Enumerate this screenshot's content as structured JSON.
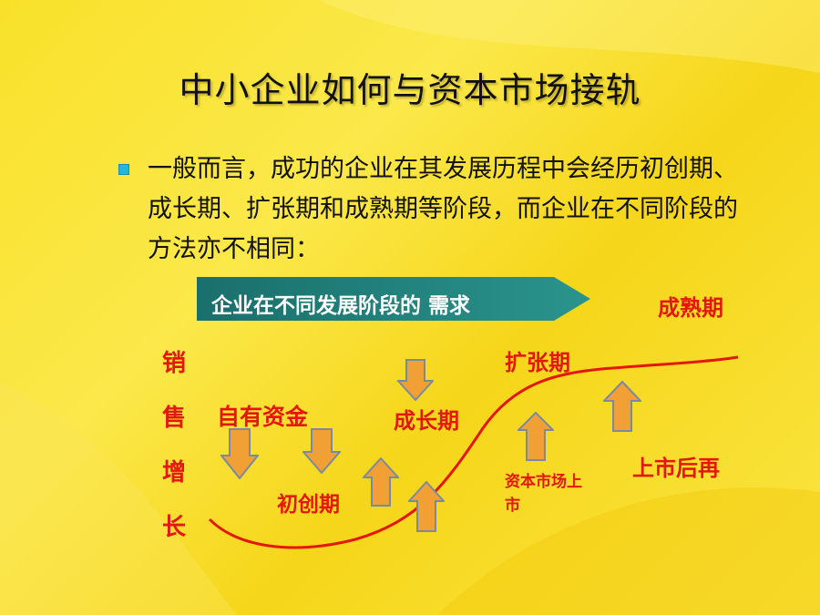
{
  "slide": {
    "title": "中小企业如何与资本市场接轨",
    "bullet": "一般而言，成功的企业在其发展历程中会经历初创期、成长期、扩张期和成熟期等阶段，而企业在不同阶段的  方法亦不相同："
  },
  "diagram": {
    "banner": "企业在不同发展阶段的  需求",
    "y_axis_chars": [
      "销",
      "售",
      "增",
      "长"
    ],
    "stages": {
      "startup": "初创期",
      "growth": "成长期",
      "expansion": "扩张期",
      "maturity": "成熟期"
    },
    "funding": {
      "own_funds": "自有资金",
      "ipo_line1": "资本市场上",
      "ipo_line2": "市",
      "post_ipo": "上市后再"
    },
    "colors": {
      "curve": "#e3170a",
      "arrow_fill": "#f0a035",
      "arrow_stroke": "#7a8aa0",
      "banner": "#1f7f7a"
    }
  }
}
